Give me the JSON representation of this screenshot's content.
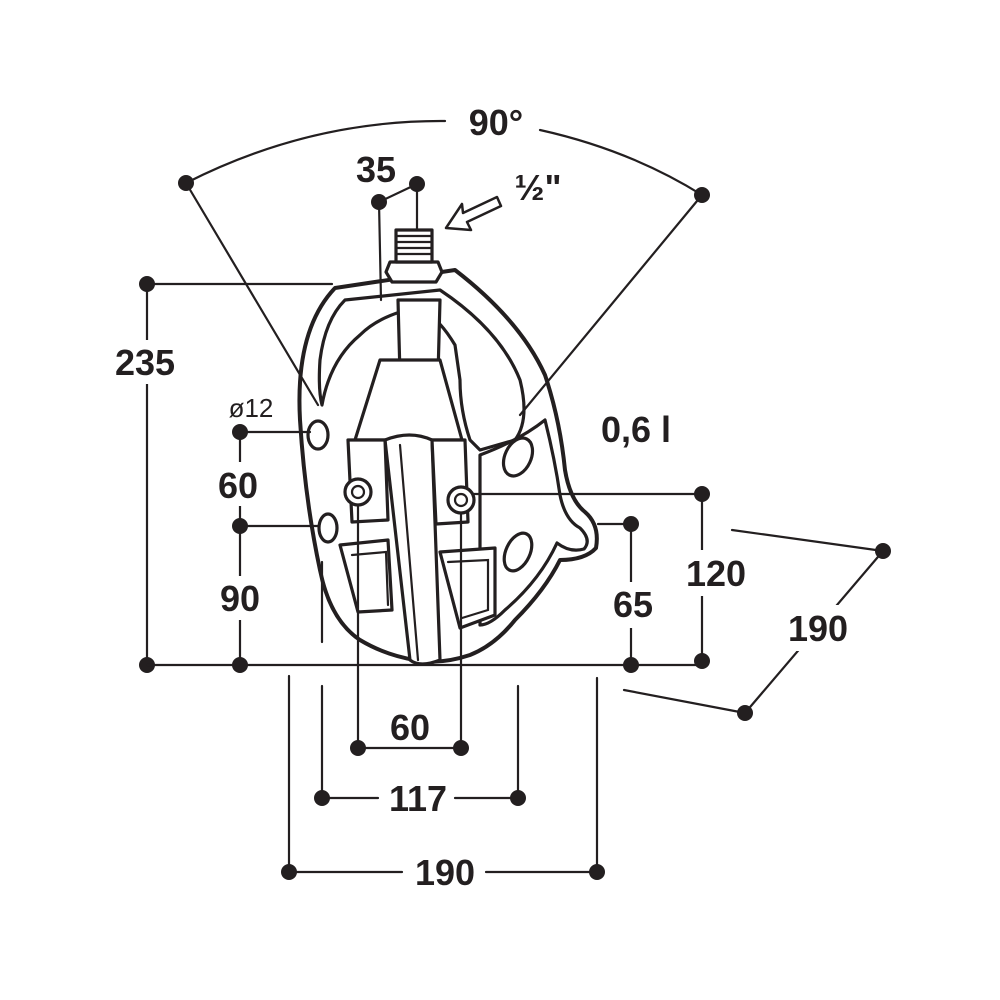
{
  "drawing": {
    "angle_label": "90°",
    "nozzle_offset_label": "35",
    "thread_label": "½\"",
    "volume_label": "0,6 l",
    "total_height_label": "235",
    "hole_diameter_label": "ø12",
    "hole_spacing_v_label": "60",
    "lower_hole_height_label": "90",
    "side_hole_height_label": "120",
    "side_lower_hole_height_label": "65",
    "depth_label": "190",
    "hole_spacing_h_label": "60",
    "inner_width_label": "117",
    "overall_width_label": "190"
  },
  "colors": {
    "line": "#231f20",
    "background": "#ffffff"
  }
}
